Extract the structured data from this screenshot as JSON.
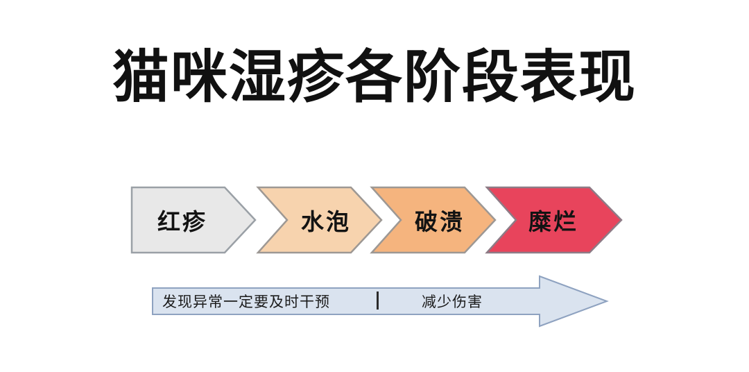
{
  "page": {
    "background_color": "#ffffff",
    "title": "猫咪湿疹各阶段表现"
  },
  "stages": {
    "section_name": "eczema-stage-chevrons",
    "items": [
      {
        "index": 1,
        "label": "红疹",
        "fill_color": "#e8e8e8",
        "border_color": "#9aa0a6",
        "text_color": "#131313"
      },
      {
        "index": 2,
        "label": "水泡",
        "fill_color": "#f7d3ae",
        "border_color": "#9d9894",
        "text_color": "#131313"
      },
      {
        "index": 3,
        "label": "破溃",
        "fill_color": "#f5b47e",
        "border_color": "#9d9894",
        "text_color": "#131313"
      },
      {
        "index": 4,
        "label": "糜烂",
        "fill_color": "#e8445c",
        "border_color": "#8e7b86",
        "text_color": "#131313"
      }
    ]
  },
  "timeline_arrow": {
    "section_name": "intervention-timeline-arrow",
    "fill_color": "#dae3ef",
    "border_color": "#8ea2c0",
    "left_text": "发现异常一定要及时干预",
    "divider": "|",
    "right_text": "减少伤害",
    "direction": "right"
  },
  "chart_data": {
    "type": "diagram",
    "subtype": "chevron-process-flow",
    "title": "猫咪湿疹各阶段表现",
    "direction": "left-to-right",
    "stage_count": 4,
    "categories": [
      "红疹",
      "水泡",
      "破溃",
      "糜烂"
    ],
    "severity_values": [
      1,
      2,
      3,
      4
    ],
    "colors": [
      "#e8e8e8",
      "#f7d3ae",
      "#f5b47e",
      "#e8445c"
    ],
    "annotations": [
      "发现异常一定要及时干预",
      "减少伤害"
    ],
    "legend": "none",
    "grid": false
  }
}
